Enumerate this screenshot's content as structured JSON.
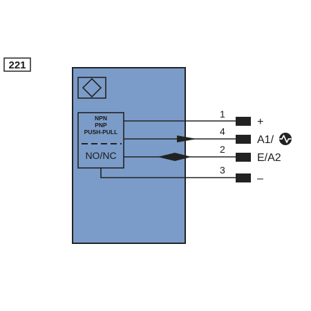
{
  "diagram_id": "221",
  "colors": {
    "housing_fill": "#7b9cc8",
    "stroke": "#222222",
    "text": "#1a1a1a"
  },
  "output_block": {
    "types": [
      "NPN",
      "PNP",
      "PUSH-PULL"
    ],
    "mode": "NO/NC"
  },
  "sensor_symbol": "proximity-sensor-diamond-icon",
  "pins": [
    {
      "number": "1",
      "label": "+"
    },
    {
      "number": "4",
      "label": "A1/"
    },
    {
      "number": "2",
      "label": "E/A2"
    },
    {
      "number": "3",
      "label": "–"
    }
  ],
  "io_link_symbol": "io-link-icon"
}
